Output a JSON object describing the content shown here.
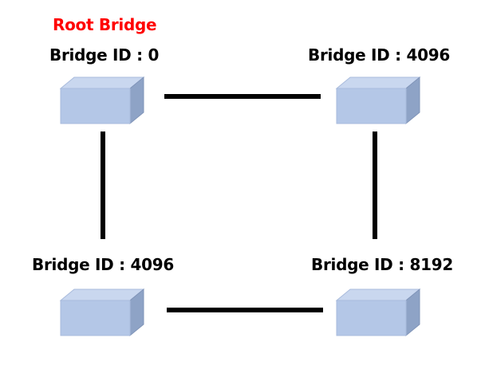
{
  "root_label": "Root Bridge",
  "bridges": [
    {
      "id_label": "Bridge ID : 0"
    },
    {
      "id_label": "Bridge ID : 4096"
    },
    {
      "id_label": "Bridge ID : 4096"
    },
    {
      "id_label": "Bridge ID : 8192"
    }
  ],
  "colors": {
    "root_label": "#ff0000",
    "switch_front": "#b4c7e7",
    "switch_top": "#c9d7ef",
    "switch_side": "#8ea3c6",
    "link": "#000000"
  }
}
